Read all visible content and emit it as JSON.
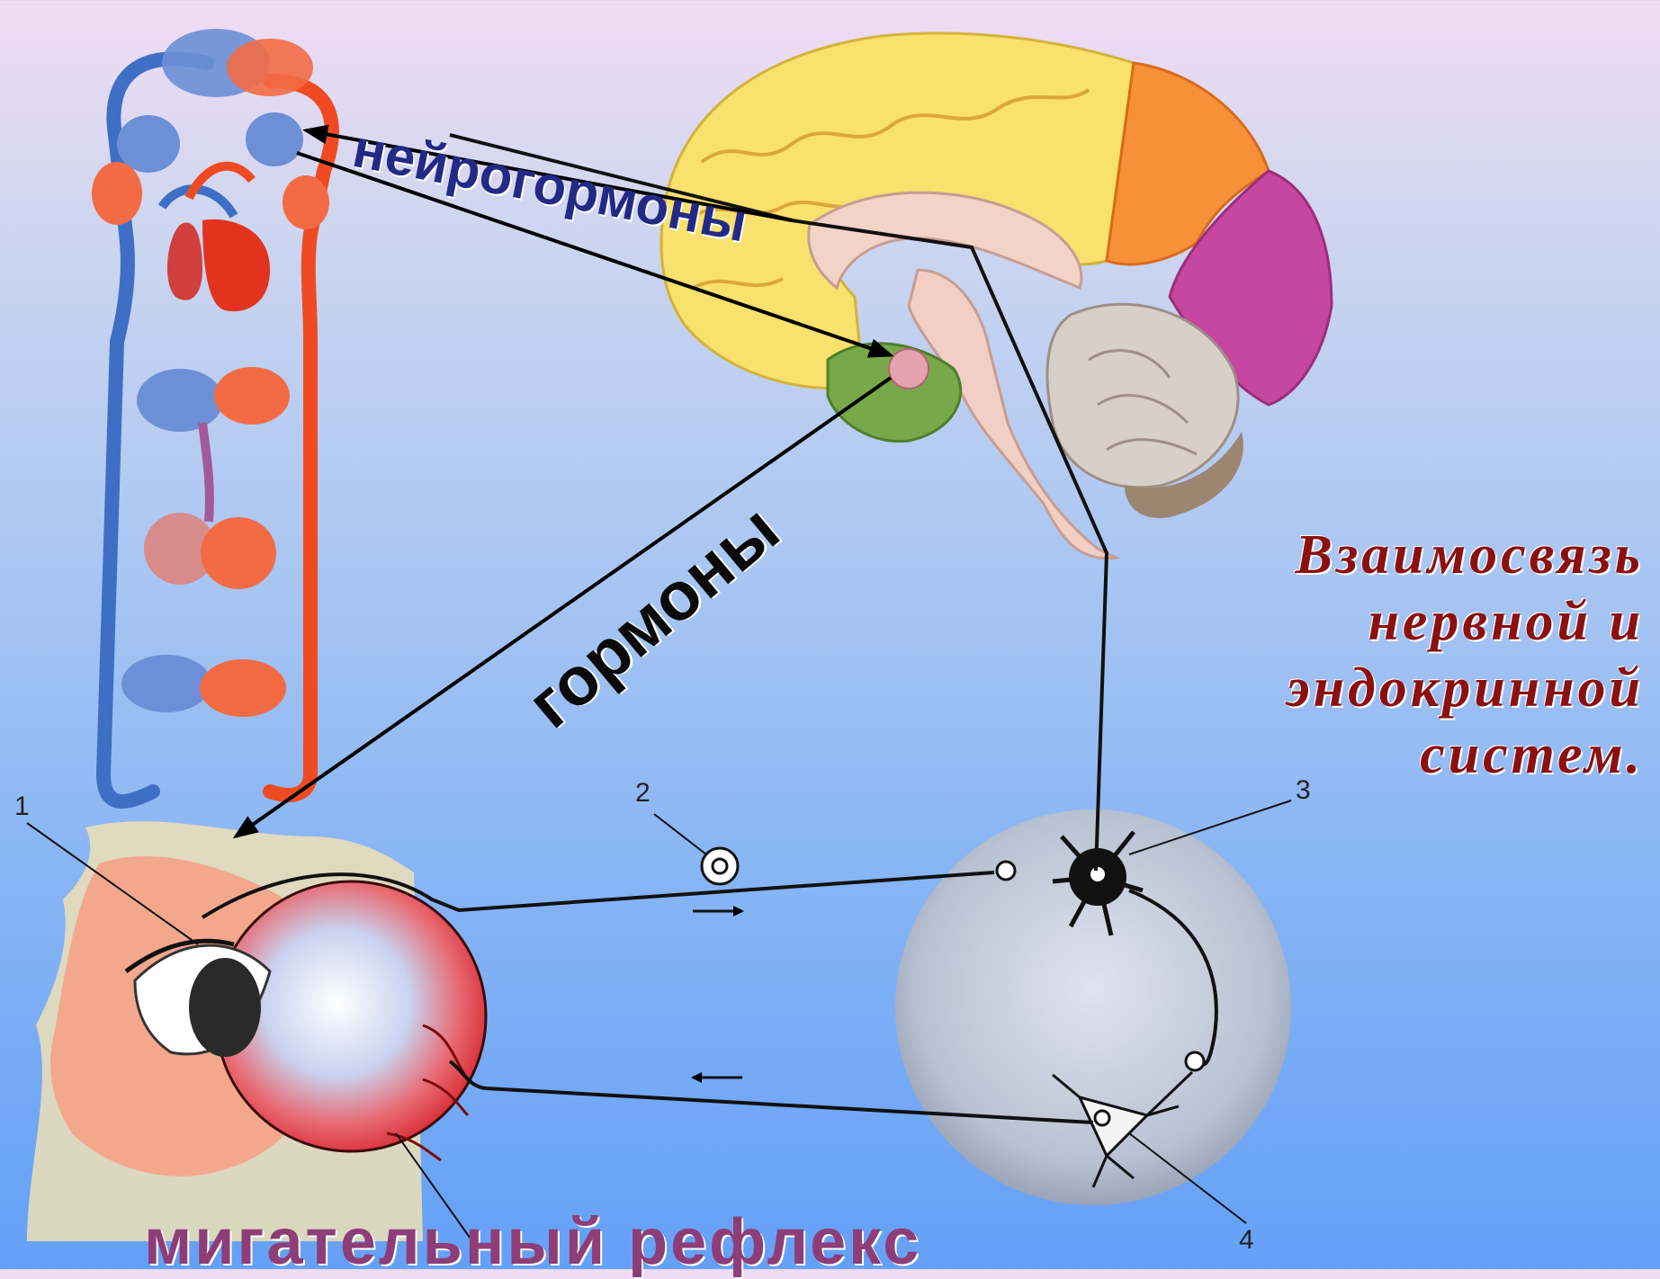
{
  "title_lines": [
    "Взаимосвязь",
    "нервной и",
    "эндокринной",
    "систем."
  ],
  "labels": {
    "neurohormones": "нейрогормоны",
    "hormones": "гормоны",
    "reflex": "мигательный рефлекс"
  },
  "reflex_arc_numbers": [
    "1",
    "2",
    "3",
    "4"
  ],
  "colors": {
    "title": "#8b1010",
    "neurohormones": "#232a86",
    "reflex": "#8d3e78",
    "artery": "#f04a22",
    "vein": "#3f6fc4"
  }
}
